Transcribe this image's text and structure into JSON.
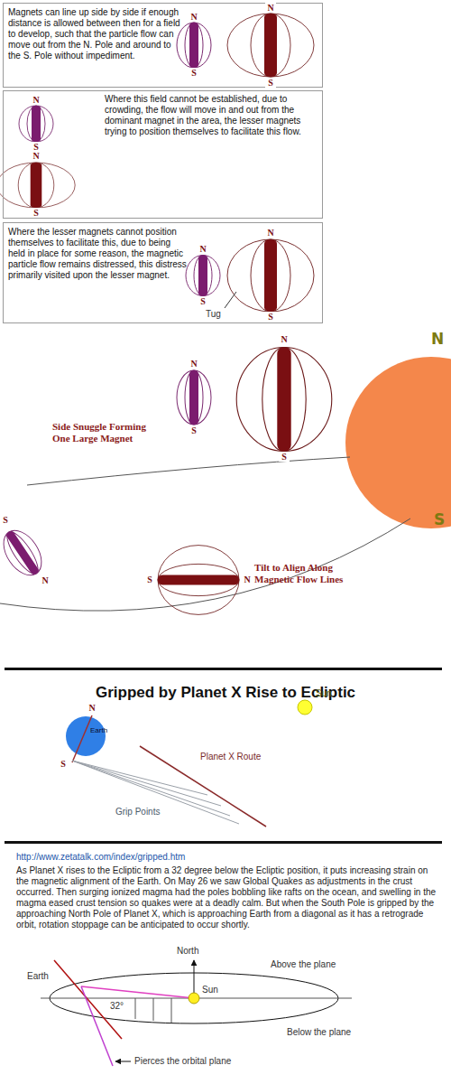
{
  "diagram": {
    "title": "Gripped by Planet X Rise to Ecliptic",
    "nodes": [
      {
        "text": [
          "Magnets can line up side by side if enough distance is allowed between then for a field to develop, such that the particle flow can move out from the N. Pole and around to the S. Pole without impediment."
        ]
      },
      {
        "text": [
          "Where this field cannot be established, due to crowding, the flow will move in and out from the dominant magnet in the area, the lesser magnets trying to position themselves to facilitate this flow."
        ]
      },
      {
        "text": [
          "Where the lesser magnets cannot position themselves to facilitate this, due to being held in place for some reason, the magnetic particle flow remains distressed, this distress primarily visited upon the lesser magnet."
        ]
      }
    ],
    "labels": [
      "N",
      "S",
      "N",
      "S",
      "N",
      "S",
      "N",
      "S",
      "N",
      "S",
      "Tug",
      "N",
      "S",
      "N",
      "N",
      "S",
      "N",
      "S",
      "Side Snuggle Forming One Large Magnet",
      "S",
      "S",
      "N",
      "S",
      "N",
      "Tilt to Align Along Magnetic Flow Lines",
      "N",
      "Earth",
      "S",
      "Sun",
      "Planet X Route",
      "Grip Points",
      "http://www.zetatalk.com/index/gripped.htm",
      "As Planet X rises to the Ecliptic from a 32 degree below the Ecliptic position, it puts increasing strain on the magnetic alignment of the Earth. On May 26 we saw Global Quakes as adjustments in the crust occurred. Then surging ionized magma had the poles bobbling like rafts on the ocean, and swelling in the magma eased crust tension so quakes were at a deadly calm. But when the South Pole is gripped by the approaching North Pole of Planet X, which is approaching Earth from a diagonal as it has a retrograde orbit, rotation stoppage can be anticipated to occur shortly.",
      "North",
      "Above the plane",
      "Earth",
      "32°",
      "Sun",
      "Below the plane",
      "Pierces the orbital plane"
    ]
  }
}
